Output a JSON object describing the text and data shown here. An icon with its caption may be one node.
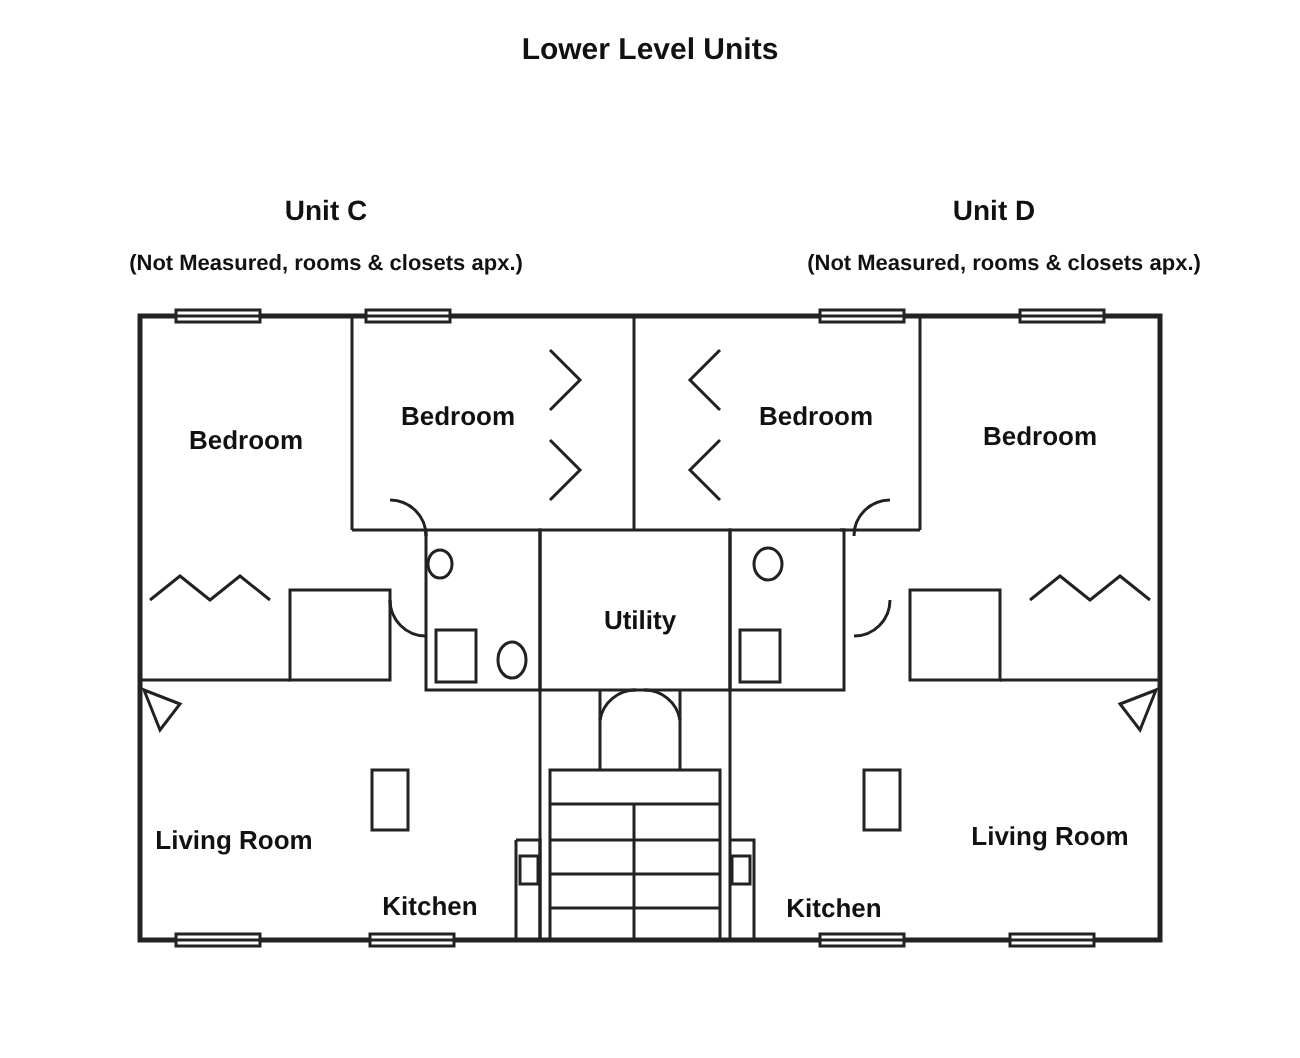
{
  "diagram": {
    "title": "Lower Level Units",
    "labels": [
      "Unit C",
      "Unit D",
      "(Not Measured, rooms & closets apx.)",
      "(Not Measured, rooms & closets apx.)",
      "Bedroom",
      "Bedroom",
      "Bedroom",
      "Bedroom",
      "Utility",
      "Living Room",
      "Living Room",
      "Kitchen",
      "Kitchen"
    ]
  }
}
